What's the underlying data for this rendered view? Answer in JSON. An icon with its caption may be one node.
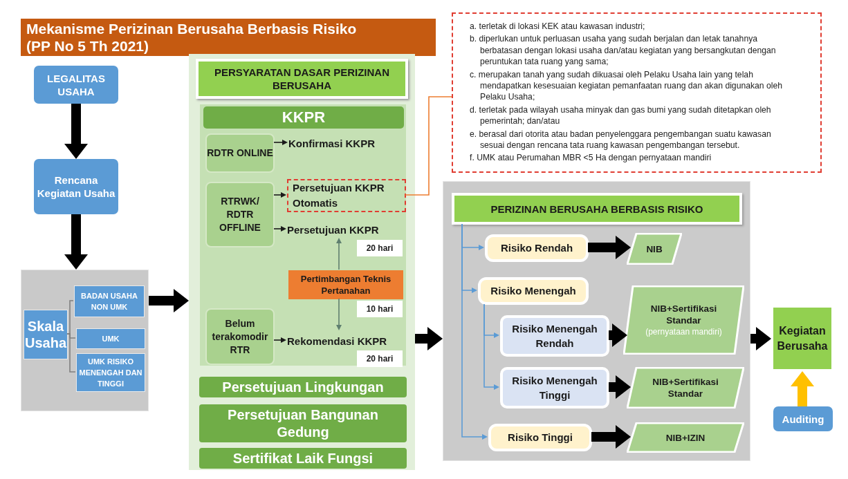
{
  "diagram": {
    "title": "Mekanisme Perizinan Berusaha Berbasis Risiko (PP No 5 Th 2021)",
    "nodes": [
      {
        "text": [
          "LEGALITAS USAHA"
        ]
      },
      {
        "text": [
          "Rencana Kegiatan Usaha"
        ]
      },
      {
        "text": [],
        "shape": "box"
      },
      {
        "text": [
          "Skala Usaha"
        ],
        "in": 2
      },
      {
        "text": [
          "BADAN USAHA NON UMK"
        ],
        "in": 2
      },
      {
        "text": [
          "UMK"
        ],
        "in": 2
      },
      {
        "text": [
          "UMK RISIKO MENENGAH DAN TINGGI"
        ],
        "in": 2
      },
      {
        "text": [
          "PERSYARATAN DASAR PERIZINAN BERUSAHA"
        ]
      },
      {
        "text": [],
        "shape": "box",
        "in": 7
      },
      {
        "text": [
          "KKPR"
        ],
        "in": 8
      },
      {
        "text": [
          "RDTR ONLINE"
        ],
        "in": 8
      },
      {
        "text": [
          "Konfirmasi KKPR"
        ],
        "in": 8
      },
      {
        "text": [
          "RTRWK/ RDTR OFFLINE"
        ],
        "in": 8
      },
      {
        "text": [
          "Persetujuan KKPR Otomatis"
        ],
        "in": 8
      },
      {
        "text": [
          "Persetujuan KKPR"
        ],
        "in": 8,
        "beside": [
          "20 hari"
        ]
      },
      {
        "text": [
          "Pertimbangan Teknis Pertanahan"
        ],
        "in": 8,
        "beside": [
          "10 hari"
        ]
      },
      {
        "text": [
          "Belum terakomodir RTR"
        ],
        "in": 8
      },
      {
        "text": [
          "Rekomendasi KKPR"
        ],
        "in": 8,
        "beside": [
          "20 hari"
        ]
      },
      {
        "text": [
          "Persetujuan Lingkungan"
        ],
        "in": 7
      },
      {
        "text": [
          "Persetujuan Bangunan Gedung"
        ],
        "in": 7
      },
      {
        "text": [
          "Sertifikat Laik Fungsi"
        ],
        "in": 7
      },
      {
        "text": [
          "a. terletak di lokasi KEK atau kawasan industri;",
          "b. diperlukan untuk perluasan usaha yang sudah berjalan dan letak tanahnya berbatasan dengan lokasi usaha dan/atau kegiatan yang bersangkutan dengan peruntukan tata ruang yang sama;",
          "c. merupakan tanah yang sudah dikuasai oleh Pelaku Usaha lain yang telah mendapatkan kesesuaian kegiatan pemanfaatan ruang dan akan digunakan oleh Pelaku Usaha;",
          "d. terletak pada wilayah usaha minyak dan gas bumi yang sudah ditetapkan oleh pemerintah; dan/atau",
          "e. berasal dari otorita atau badan penyelenggara pengembangan suatu kawasan sesuai dengan rencana tata ruang kawasan pengembangan tersebut.",
          "f. UMK atau Perumahan MBR <5 Ha dengan pernyataan mandiri"
        ]
      },
      {
        "text": [],
        "shape": "box"
      },
      {
        "text": [
          "PERIZINAN BERUSAHA BERBASIS RISIKO"
        ],
        "in": 22
      },
      {
        "text": [
          "Risiko Rendah"
        ],
        "in": 22
      },
      {
        "text": [
          "NIB"
        ],
        "in": 22
      },
      {
        "text": [
          "Risiko Menengah"
        ],
        "in": 22
      },
      {
        "text": [
          "Risiko Menengah Rendah"
        ],
        "in": 22
      },
      {
        "text": [
          "NIB+Sertifikasi Standar",
          "(pernyataan mandiri)"
        ],
        "in": 22
      },
      {
        "text": [
          "Risiko Menengah Tinggi"
        ],
        "in": 22
      },
      {
        "text": [
          "NIB+Sertifikasi Standar"
        ],
        "in": 22
      },
      {
        "text": [
          "Risiko Tinggi"
        ],
        "in": 22
      },
      {
        "text": [
          "NIB+IZIN"
        ],
        "in": 22
      },
      {
        "text": [
          "Kegiatan Berusaha"
        ]
      },
      {
        "text": [
          "Auditing"
        ]
      }
    ],
    "edges": [
      {
        "from": 0,
        "to": 1,
        "arrow": "to",
        "style": "thick"
      },
      {
        "from": 1,
        "to": 2,
        "arrow": "to",
        "style": "thick"
      },
      {
        "from": 3,
        "to": 4,
        "arrow": "none",
        "color": "#7f7f7f"
      },
      {
        "from": 3,
        "to": 5,
        "arrow": "none",
        "color": "#7f7f7f"
      },
      {
        "from": 3,
        "to": 6,
        "arrow": "none",
        "color": "#7f7f7f"
      },
      {
        "from": 2,
        "to": 7,
        "arrow": "to",
        "style": "thick"
      },
      {
        "from": 10,
        "to": 11,
        "arrow": "to"
      },
      {
        "from": 12,
        "to": 13,
        "arrow": "to"
      },
      {
        "from": 12,
        "to": 14,
        "arrow": "to"
      },
      {
        "from": 15,
        "to": 14,
        "arrow": "to",
        "color": "#5f7f6f"
      },
      {
        "from": 15,
        "to": 17,
        "arrow": "to",
        "color": "#5f7f6f"
      },
      {
        "from": 16,
        "to": 17,
        "arrow": "to"
      },
      {
        "from": 13,
        "to": 21,
        "arrow": "none",
        "color": "#ed7d31"
      },
      {
        "from": 7,
        "to": 22,
        "arrow": "to",
        "style": "thick"
      },
      {
        "from": 23,
        "to": 24,
        "arrow": "to",
        "color": "#5b9bd5"
      },
      {
        "from": 23,
        "to": 26,
        "arrow": "to",
        "color": "#5b9bd5"
      },
      {
        "from": 23,
        "to": 31,
        "arrow": "to",
        "color": "#5b9bd5"
      },
      {
        "from": 26,
        "to": 27,
        "arrow": "to",
        "color": "#5b9bd5"
      },
      {
        "from": 26,
        "to": 29,
        "arrow": "to",
        "color": "#5b9bd5"
      },
      {
        "from": 24,
        "to": 25,
        "arrow": "to",
        "style": "thick"
      },
      {
        "from": 27,
        "to": 28,
        "arrow": "to",
        "style": "thick"
      },
      {
        "from": 29,
        "to": 30,
        "arrow": "to",
        "style": "thick"
      },
      {
        "from": 31,
        "to": 32,
        "arrow": "to",
        "style": "thick"
      },
      {
        "from": 22,
        "to": 33,
        "arrow": "to",
        "style": "thick"
      },
      {
        "from": 34,
        "to": 33,
        "arrow": "to",
        "style": "thick",
        "color": "#ffc000"
      }
    ]
  }
}
